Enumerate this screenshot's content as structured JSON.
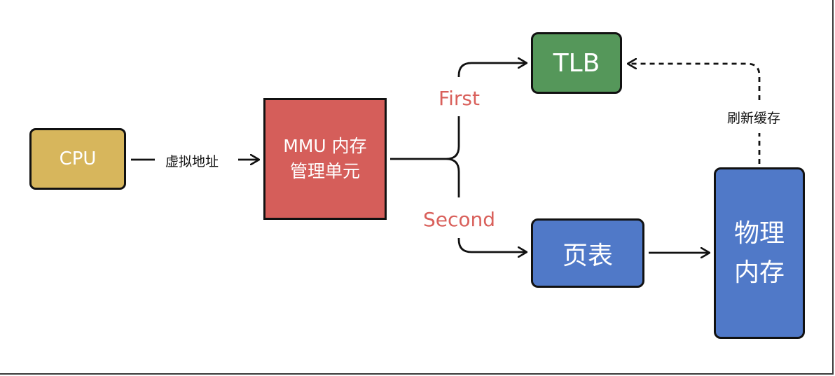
{
  "colors": {
    "cpu": "#d7b65c",
    "mmu": "#d55e5a",
    "tlb": "#55975a",
    "blue": "#5079c8",
    "path_label": "#d9605b",
    "line": "#111111"
  },
  "nodes": {
    "cpu": "CPU",
    "mmu_line1": "MMU 内存",
    "mmu_line2": "管理单元",
    "tlb": "TLB",
    "page_table": "页表",
    "phys_line1": "物理",
    "phys_line2": "内存"
  },
  "edges": {
    "virtual_address": "虚拟地址",
    "first": "First",
    "second": "Second",
    "refresh_cache": "刷新缓存"
  }
}
